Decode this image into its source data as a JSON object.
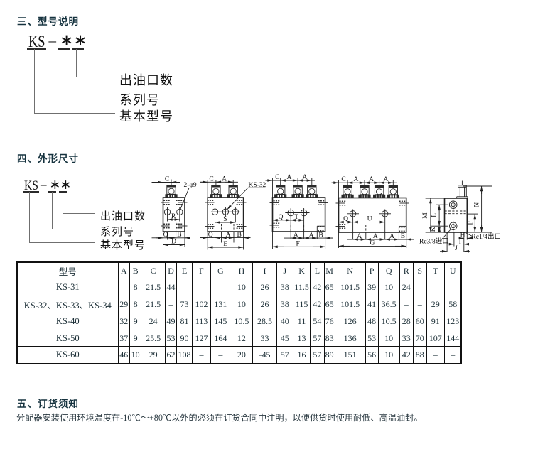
{
  "sections": {
    "model": {
      "heading": "三、型号说明",
      "code": {
        "base": "KS",
        "dash": "–",
        "star1": "∗",
        "star2": "∗"
      },
      "labels": {
        "outlets": "出油口数",
        "series": "系列号",
        "base": "基本型号"
      }
    },
    "dimensions": {
      "heading": "四、外形尺寸",
      "code": {
        "base": "KS",
        "dash": "–",
        "star1": "∗",
        "star2": "∗"
      },
      "labels": {
        "outlets": "出油口数",
        "series": "系列号",
        "base": "基本型号"
      }
    },
    "ordering": {
      "heading": "五、订货须知",
      "body": "分配器安装使用环境温度在-10℃～+80℃以外的必须在订货合同中注明，以便供货时使用耐低、高温油封。"
    }
  },
  "drawings": {
    "labels": {
      "A": "A",
      "B": "B",
      "C": "C",
      "D": "D",
      "E": "E",
      "F": "F",
      "G": "G",
      "H": "H",
      "I": "I",
      "J": "J",
      "K": "K",
      "L": "L",
      "M": "M",
      "N": "N",
      "P": "P",
      "Q": "Q",
      "R": "R",
      "S": "S",
      "T": "T",
      "U": "U",
      "holes": "2-φ9",
      "model": "KS-32",
      "inlet": "Rc3/8进口",
      "outlet": "Rc1/4出口"
    }
  },
  "table": {
    "headers": [
      "型号",
      "A",
      "B",
      "C",
      "D",
      "E",
      "F",
      "G",
      "H",
      "I",
      "J",
      "K",
      "L",
      "M",
      "N",
      "P",
      "Q",
      "R",
      "S",
      "T",
      "U"
    ],
    "rows": [
      [
        "KS-31",
        "–",
        "8",
        "21.5",
        "44",
        "–",
        "–",
        "–",
        "10",
        "26",
        "38",
        "11.5",
        "42",
        "65",
        "101.5",
        "39",
        "10",
        "24",
        "–",
        "–",
        "–"
      ],
      [
        "KS-32、KS-33、KS-34",
        "29",
        "8",
        "21.5",
        "–",
        "73",
        "102",
        "131",
        "10",
        "26",
        "38",
        "115",
        "42",
        "65",
        "101.5",
        "41",
        "36.5",
        "–",
        "–",
        "29",
        "58"
      ],
      [
        "KS-40",
        "32",
        "9",
        "24",
        "49",
        "81",
        "113",
        "145",
        "10.5",
        "28.5",
        "40",
        "11",
        "54",
        "76",
        "126",
        "48",
        "10.5",
        "28",
        "60",
        "91",
        "123"
      ],
      [
        "KS-50",
        "37",
        "9",
        "25.5",
        "53",
        "90",
        "127",
        "164",
        "12",
        "33",
        "45",
        "13",
        "57",
        "83",
        "136",
        "53",
        "10",
        "33",
        "70",
        "107",
        "144"
      ],
      [
        "KS-60",
        "46",
        "10",
        "29",
        "62",
        "108",
        "–",
        "–",
        "20",
        "-45",
        "57",
        "16",
        "57",
        "89",
        "151",
        "56",
        "10",
        "42",
        "88",
        "–",
        "–"
      ]
    ]
  }
}
